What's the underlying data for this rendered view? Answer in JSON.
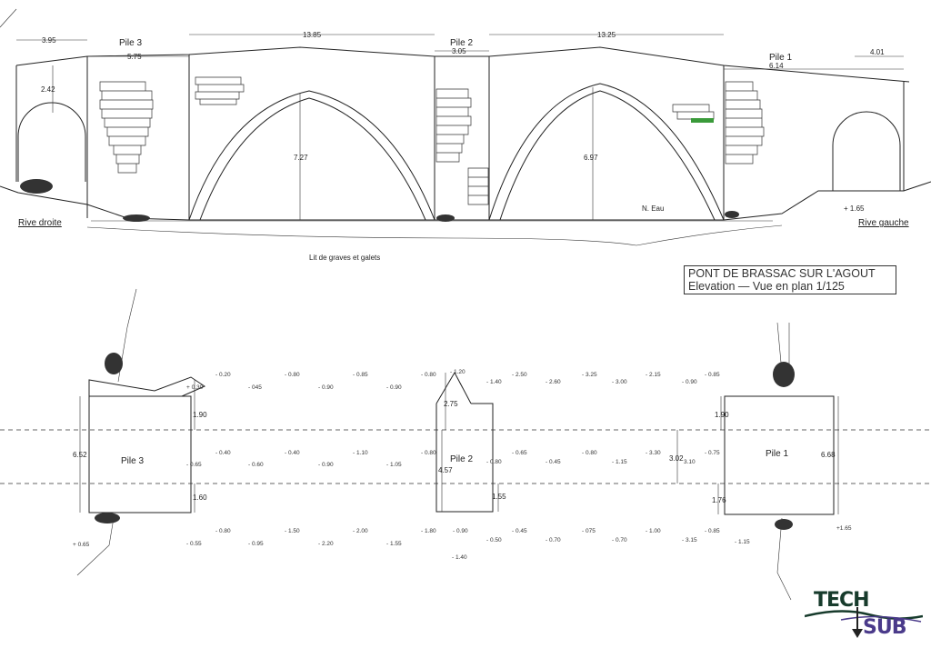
{
  "title": {
    "line1": "PONT DE BRASSAC SUR L'AGOUT",
    "line2": "Elevation — Vue en plan  1/125"
  },
  "logo": {
    "top": "TECH",
    "bottom": "SUB",
    "colors": {
      "tech": "#173b2c",
      "sub": "#4a3a8a"
    }
  },
  "elevation": {
    "dims_top": [
      "3.95",
      "5.75",
      "13.85",
      "3.05",
      "13.25",
      "6.14",
      "4.01"
    ],
    "pier_labels": [
      "Pile 3",
      "Pile 2",
      "Pile 1"
    ],
    "heights": [
      "2.42",
      "7.27",
      "6.97"
    ],
    "water_level": "N. Eau",
    "bank_level": "+ 1.65",
    "rive_droite": "Rive droite",
    "rive_gauche": "Rive gauche",
    "riverbed": "Lit de graves et galets"
  },
  "plan": {
    "pier_labels": [
      "Pile 3",
      "Pile 2",
      "Pile 1"
    ],
    "dims": [
      "6.52",
      "1.90",
      "1.60",
      "2.75",
      "4.57",
      "1.55",
      "3.02",
      "1.90",
      "1.76",
      "6.68"
    ],
    "soundings": [
      "- 0.20",
      "- 0.80",
      "- 0.85",
      "- 0.80",
      "- 1.20",
      "- 2.50",
      "- 3.25",
      "- 2.15",
      "- 0.85",
      "+ 0.30",
      "- 045",
      "- 0.90",
      "- 0.90",
      "- 1.40",
      "- 2.60",
      "- 3.00",
      "- 0.90",
      "- 0.40",
      "- 0.40",
      "- 1.10",
      "- 0.80",
      "- 0.65",
      "- 0.80",
      "- 3.30",
      "- 0.75",
      "- 0.65",
      "- 0.60",
      "- 0.90",
      "- 1.05",
      "- 0.80",
      "- 0.45",
      "- 1.15",
      "3.10",
      "- 0.80",
      "- 1.50",
      "- 2.00",
      "- 1.80",
      "- 0.90",
      "- 0.45",
      "- 075",
      "- 1.00",
      "- 0.85",
      "+ 0.65",
      "- 0.55",
      "- 0.95",
      "- 2.20",
      "- 1.55",
      "- 0.50",
      "- 0.70",
      "- 0.70",
      "- 3.15",
      "- 1.15",
      "+1.65",
      "- 1.40"
    ]
  }
}
